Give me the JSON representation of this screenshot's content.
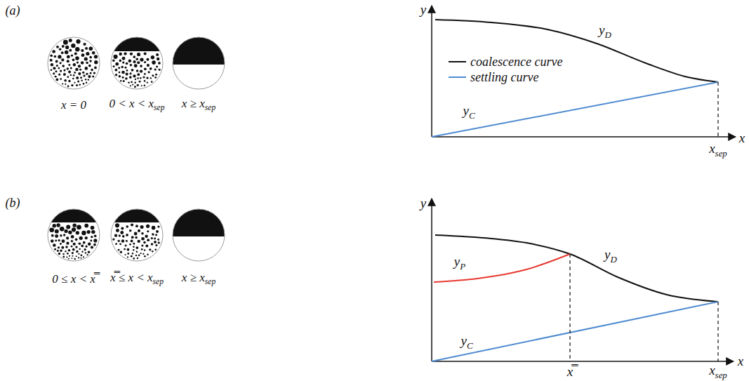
{
  "diagram": {
    "labels": [
      "(a)",
      "x = 0",
      "0 < x < xsep",
      "x ≥ xsep",
      "y",
      "yD",
      "yC",
      "xsep",
      "x",
      "(b)",
      "0 ≤ x < x̿",
      "x̿ ≤ x < xsep",
      "x ≥ xsep",
      "y",
      "yP",
      "yD",
      "yC",
      "x̿",
      "xsep",
      "x"
    ],
    "legend": [
      {
        "text": "coalescence curve"
      },
      {
        "text": "settling curve"
      }
    ]
  }
}
